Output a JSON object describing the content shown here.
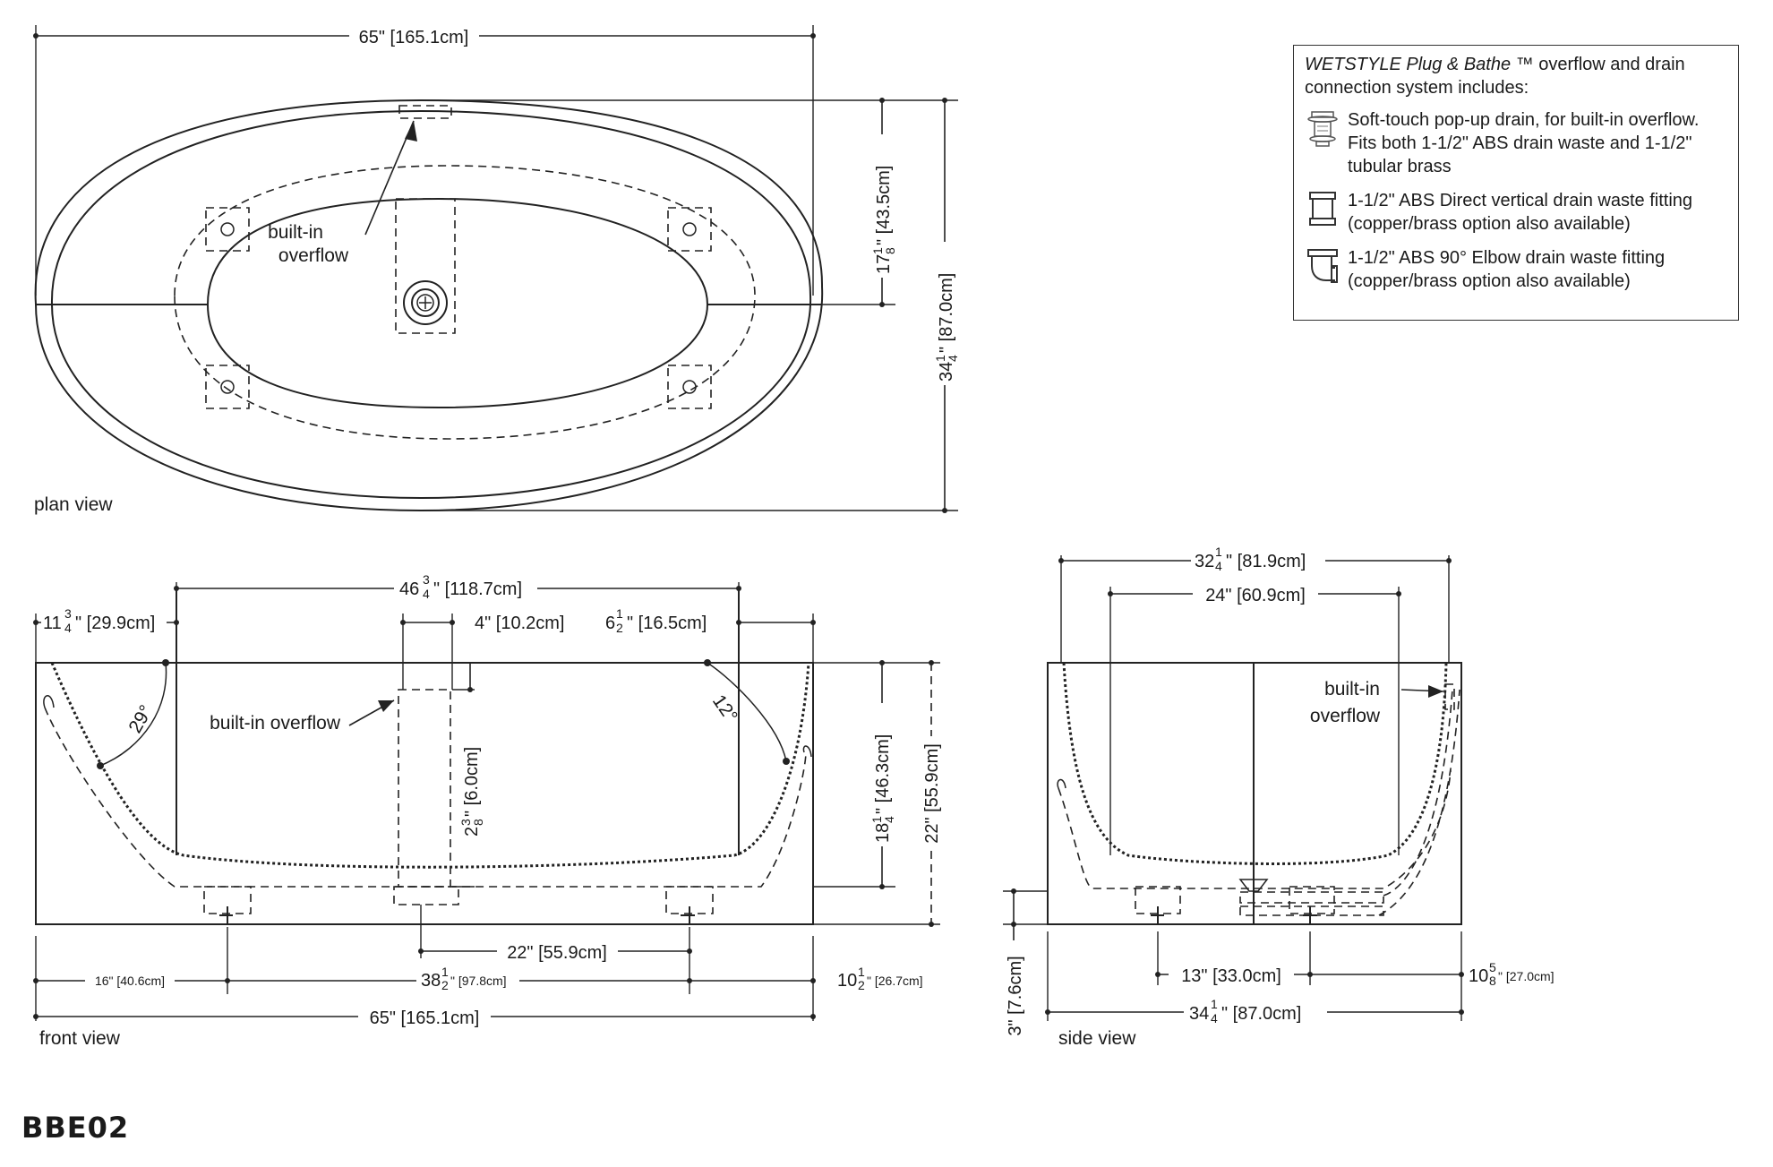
{
  "model_code": "BBE02",
  "legend": {
    "brand": "WETSTYLE Plug & Bathe",
    "trademark": "™",
    "heading_rest": " overflow  and drain connection system includes:",
    "items": [
      {
        "icon": "pop-up-drain-icon",
        "text": "Soft-touch pop-up drain, for built-in overflow. Fits both 1-1/2\" ABS drain waste and 1-1/2\" tubular brass"
      },
      {
        "icon": "vertical-drain-fitting-icon",
        "text": "1-1/2\" ABS Direct vertical drain waste fitting (copper/brass option also available)"
      },
      {
        "icon": "elbow-drain-fitting-icon",
        "text": "1-1/2\" ABS 90° Elbow drain waste fitting (copper/brass option also available)"
      }
    ]
  },
  "plan_view": {
    "label": "plan view",
    "overflow_label_1": "built-in",
    "overflow_label_2": "overflow",
    "dim_length": "65\" [165.1cm]",
    "dim_half_width_whole": "17",
    "dim_half_width_num": "1",
    "dim_half_width_den": "8",
    "dim_half_width_rest": "\" [43.5cm]",
    "dim_width_whole": "34",
    "dim_width_num": "1",
    "dim_width_den": "4",
    "dim_width_rest": "\" [87.0cm]"
  },
  "front_view": {
    "label": "front view",
    "overflow_label": "built-in overflow",
    "dim_inner_whole": "46",
    "dim_inner_num": "3",
    "dim_inner_den": "4",
    "dim_inner_rest": "\" [118.7cm]",
    "dim_left_whole": "11",
    "dim_left_num": "3",
    "dim_left_den": "4",
    "dim_left_rest": "\" [29.9cm]",
    "dim_overflow_w": "4\" [10.2cm]",
    "dim_right_whole": "6",
    "dim_right_num": "1",
    "dim_right_den": "2",
    "dim_right_rest": "\" [16.5cm]",
    "angle_left": "29°",
    "angle_right": "12°",
    "dim_overflow_h_whole": "2",
    "dim_overflow_h_num": "3",
    "dim_overflow_h_den": "8",
    "dim_overflow_h_rest": "\" [6.0cm]",
    "dim_depth_whole": "18",
    "dim_depth_num": "1",
    "dim_depth_den": "4",
    "dim_depth_rest": "\" [46.3cm]",
    "dim_height": "22\" [55.9cm]",
    "dim_drain": "22\" [55.9cm]",
    "dim_foot_left": "16\" [40.6cm]",
    "dim_foot_mid_whole": "38",
    "dim_foot_mid_num": "1",
    "dim_foot_mid_den": "2",
    "dim_foot_mid_rest": "\" [97.8cm]",
    "dim_foot_right_whole": "10",
    "dim_foot_right_num": "1",
    "dim_foot_right_den": "2",
    "dim_foot_right_rest": "\" [26.7cm]",
    "dim_length": "65\" [165.1cm]"
  },
  "side_view": {
    "label": "side view",
    "overflow_label_1": "built-in",
    "overflow_label_2": "overflow",
    "dim_top_whole": "32",
    "dim_top_num": "1",
    "dim_top_den": "4",
    "dim_top_rest": "\" [81.9cm]",
    "dim_inner": "24\" [60.9cm]",
    "dim_drain_offset": "13\" [33.0cm]",
    "dim_right_whole": "10",
    "dim_right_num": "5",
    "dim_right_den": "8",
    "dim_right_rest": "\" [27.0cm]",
    "dim_width_whole": "34",
    "dim_width_num": "1",
    "dim_width_den": "4",
    "dim_width_rest": "\" [87.0cm]",
    "dim_foot_height": "3\" [7.6cm]"
  }
}
